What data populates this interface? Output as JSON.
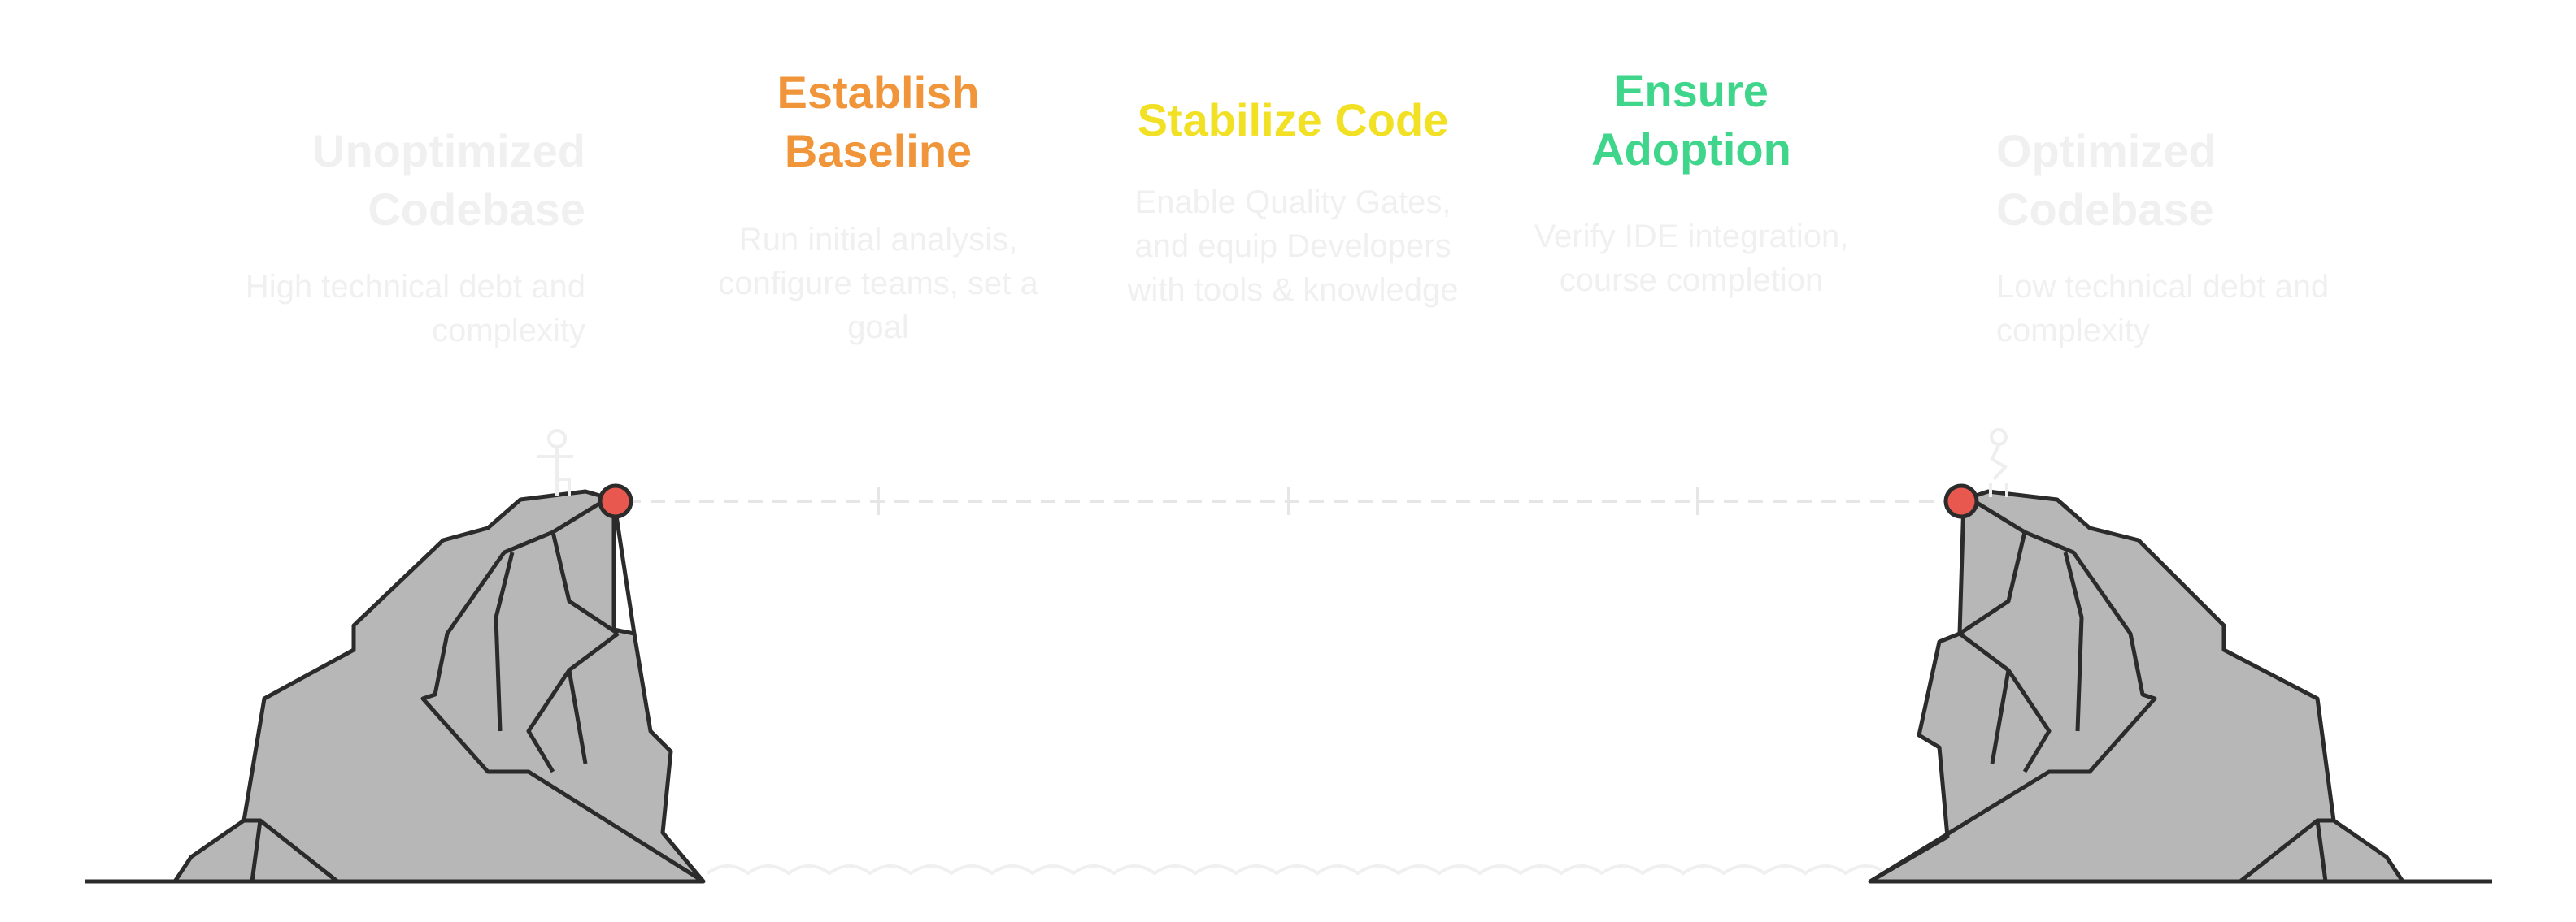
{
  "start": {
    "title": "Unoptimized Codebase",
    "description": "High technical debt and complexity"
  },
  "steps": [
    {
      "title": "Establish Baseline",
      "description": "Run initial analysis, configure teams, set a goal",
      "color": "#f0953a"
    },
    {
      "title": "Stabilize Code",
      "description": "Enable Quality Gates, and equip Developers with tools & knowledge",
      "color": "#f2e024"
    },
    {
      "title": "Ensure Adoption",
      "description": "Verify IDE integration, course completion",
      "color": "#3fd68c"
    }
  ],
  "end": {
    "title": "Optimized Codebase",
    "description": "Low technical debt and complexity"
  },
  "colors": {
    "rock_fill": "#b7b7b7",
    "outline": "#2b2b2b",
    "marker": "#e8584f",
    "faded_text": "#f0f0f0",
    "path_dash": "#e6e6e6"
  }
}
